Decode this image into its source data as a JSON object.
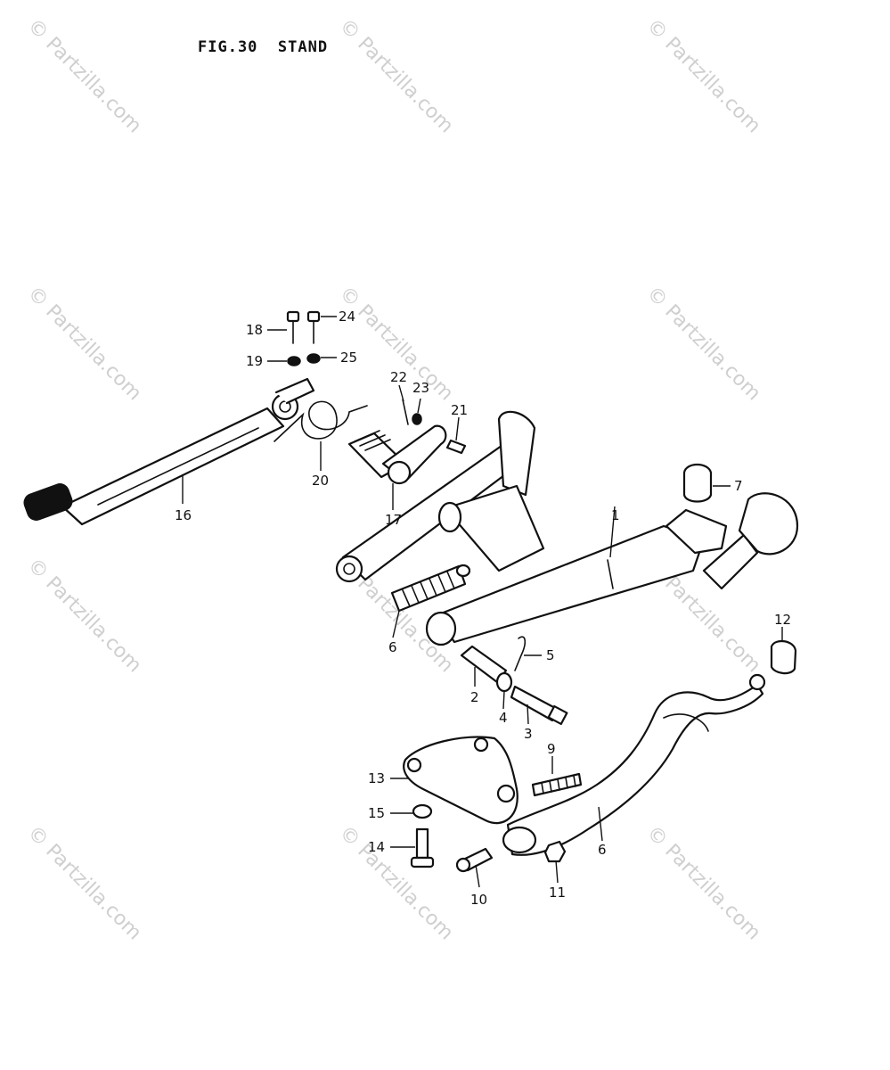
{
  "figure": {
    "title": "FIG.30  STAND"
  },
  "watermark": {
    "text": "© Partzilla.com"
  },
  "callouts": {
    "c1": "1",
    "c2": "2",
    "c3": "3",
    "c4": "4",
    "c5": "5",
    "c6a": "6",
    "c6b": "6",
    "c7": "7",
    "c9": "9",
    "c10": "10",
    "c11": "11",
    "c12": "12",
    "c13": "13",
    "c14": "14",
    "c15": "15",
    "c16": "16",
    "c17": "17",
    "c18": "18",
    "c19": "19",
    "c20": "20",
    "c21": "21",
    "c22": "22",
    "c23": "23",
    "c24": "24",
    "c25": "25"
  }
}
